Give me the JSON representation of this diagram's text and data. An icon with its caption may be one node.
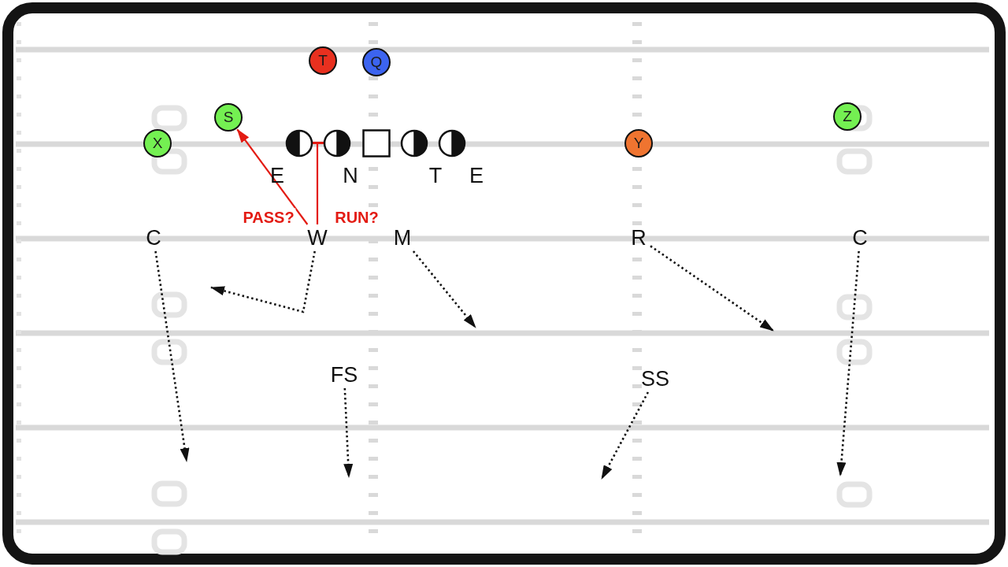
{
  "diagram": {
    "nodes": [
      {
        "text": [
          "T"
        ]
      },
      {
        "text": [
          "Q"
        ]
      },
      {
        "text": [
          "S"
        ]
      },
      {
        "text": [
          "X"
        ]
      },
      {
        "text": [
          "Z"
        ]
      },
      {
        "text": [
          "Y"
        ]
      },
      {
        "text": [],
        "shape": "circle"
      },
      {
        "text": [],
        "shape": "circle"
      },
      {
        "text": [],
        "shape": "box"
      },
      {
        "text": [],
        "shape": "circle"
      },
      {
        "text": [],
        "shape": "circle"
      },
      {
        "text": [
          "C"
        ]
      },
      {
        "text": [
          "W"
        ]
      },
      {
        "text": [
          "M"
        ]
      },
      {
        "text": [
          "R"
        ]
      },
      {
        "text": [
          "C"
        ]
      },
      {
        "text": [
          "FS"
        ]
      },
      {
        "text": [
          "SS"
        ]
      }
    ],
    "edges": [
      {
        "from": 12,
        "to": 2,
        "arrow": "to",
        "label": "PASS?",
        "color": "#e31b13"
      },
      {
        "from": 12,
        "to": 6,
        "arrow": "other",
        "label": "RUN?",
        "color": "#e31b13"
      },
      {
        "from": 11,
        "to": null,
        "arrow": "to",
        "style": "dashed"
      },
      {
        "from": 12,
        "to": null,
        "arrow": "to",
        "style": "dashed"
      },
      {
        "from": 13,
        "to": null,
        "arrow": "to",
        "style": "dashed"
      },
      {
        "from": 14,
        "to": null,
        "arrow": "to",
        "style": "dashed"
      },
      {
        "from": 15,
        "to": null,
        "arrow": "to",
        "style": "dashed"
      },
      {
        "from": 16,
        "to": null,
        "arrow": "to",
        "style": "dashed"
      },
      {
        "from": 17,
        "to": null,
        "arrow": "to",
        "style": "dashed"
      }
    ],
    "labels": [
      "E",
      "N",
      "T",
      "E"
    ]
  }
}
